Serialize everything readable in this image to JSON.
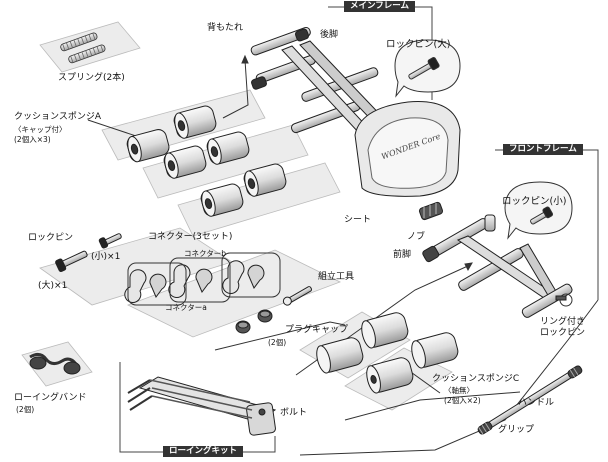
{
  "sections": {
    "main_frame": "メインフレーム",
    "front_frame": "フロントフレーム",
    "rowing_kit": "ローイングキット"
  },
  "labels": {
    "spring": "スプリング(2本)",
    "cushion_a": "クッションスポンジA",
    "cushion_a_note1": "〈キャップ付〉",
    "cushion_a_note2": "(2個入×3)",
    "backrest": "背もたれ",
    "rear_leg": "後脚",
    "lock_pin_large_bubble": "ロックピン(大)",
    "seat": "シート",
    "knob": "ノブ",
    "lock_pin_small_bubble": "ロックピン(小)",
    "front_leg": "前脚",
    "lock_pin": "ロックピン",
    "small_x1": "(小)×1",
    "large_x1": "(大)×1",
    "connector": "コネクター(3セット)",
    "connector_b": "コネクターb",
    "connector_a": "コネクターa",
    "assembly_tool": "組立工具",
    "plug_cap": "プラグキャップ",
    "plug_cap_qty": "(2個)",
    "ring_lock_pin_1": "リング付き",
    "ring_lock_pin_2": "ロックピン",
    "rowing_band": "ローイングバンド",
    "rowing_band_qty": "(2個)",
    "bolt": "ボルト",
    "cushion_c": "クッションスポンジC",
    "cushion_c_note1": "〈軸無〉",
    "cushion_c_note2": "(2個入×2)",
    "handle": "ハンドル",
    "grip": "グリップ",
    "seat_brand": "WONDER Core"
  }
}
